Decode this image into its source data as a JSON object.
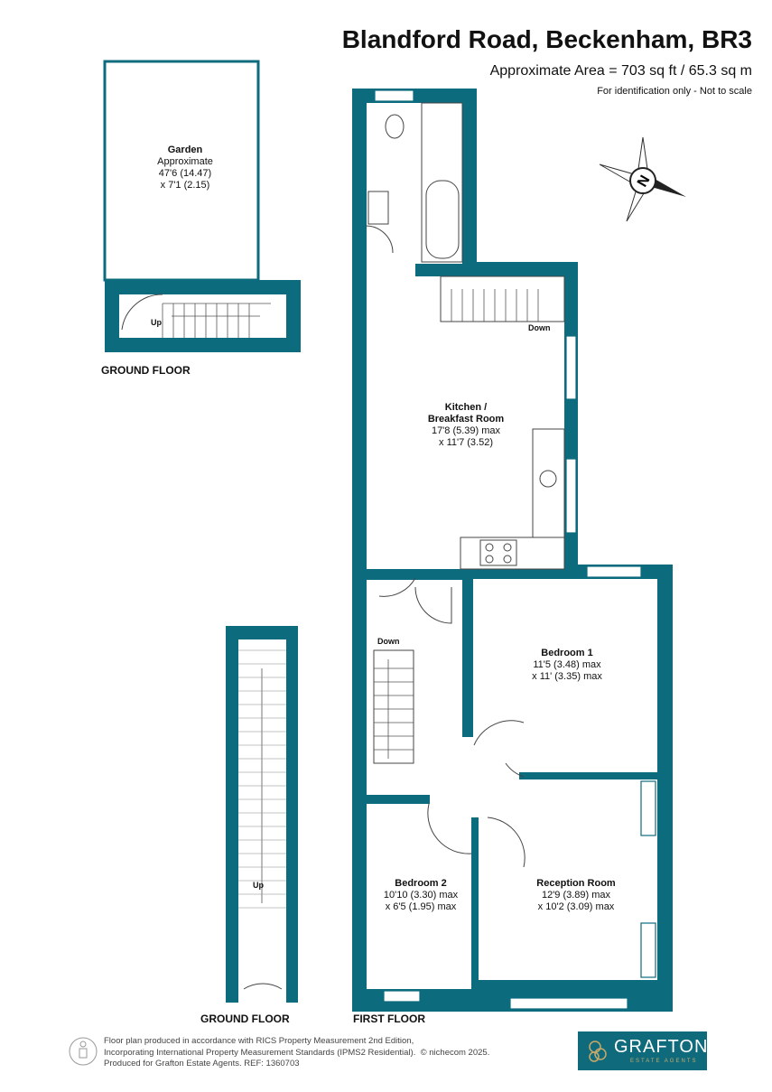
{
  "header": {
    "title": "Blandford Road, Beckenham, BR3",
    "area": "Approximate Area = 703 sq ft / 65.3 sq m",
    "disclaimer": "For identification only - Not to scale"
  },
  "colors": {
    "wall": "#0d6b7e",
    "line": "#555555"
  },
  "rooms": [
    {
      "name": "Garden",
      "dims": [
        "Approximate",
        "47'6 (14.47)",
        "x 7'1 (2.15)"
      ]
    },
    {
      "name": "Kitchen /",
      "name2": "Breakfast Room",
      "dims": [
        "17'8 (5.39) max",
        "x 11'7 (3.52)"
      ]
    },
    {
      "name": "Bedroom 1",
      "dims": [
        "11'5 (3.48) max",
        "x 11' (3.35) max"
      ]
    },
    {
      "name": "Bedroom 2",
      "dims": [
        "10'10 (3.30) max",
        "x 6'5 (1.95) max"
      ]
    },
    {
      "name": "Reception Room",
      "dims": [
        "12'9 (3.89) max",
        "x 10'2 (3.09) max"
      ]
    }
  ],
  "stair_labels": {
    "up1": "Up",
    "down1": "Down",
    "down2": "Down",
    "up2": "Up"
  },
  "floors": {
    "ground1": "GROUND FLOOR",
    "ground2": "GROUND FLOOR",
    "first": "FIRST FLOOR"
  },
  "compass": {
    "letter": "N",
    "icon": "compass-icon"
  },
  "footer": {
    "line1": "Floor plan produced in accordance with RICS Property Measurement 2nd Edition,",
    "line2": "Incorporating International Property Measurement Standards (IPMS2 Residential).",
    "copyright": "© nichecom 2025.",
    "line3": "Produced for Grafton Estate Agents.   REF:  1360703"
  },
  "logo": {
    "name": "GRAFTON",
    "tagline": "ESTATE AGENTS"
  }
}
